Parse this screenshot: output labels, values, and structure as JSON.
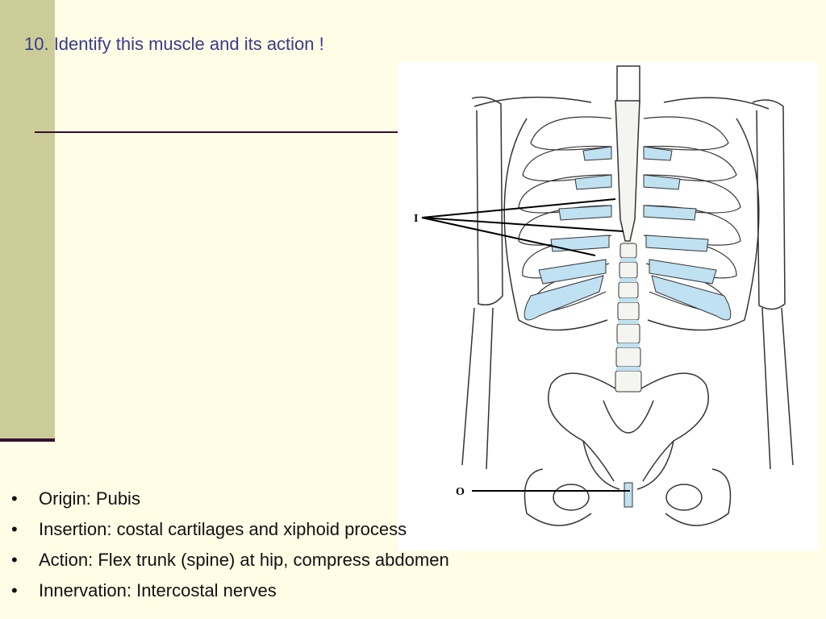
{
  "slide": {
    "title": "10. Identify this muscle and its action !",
    "bullet_glyph": "•",
    "bullets": [
      "Origin: Pubis",
      "Insertion: costal cartilages and xiphoid process",
      "Action: Flex trunk (spine) at hip, compress abdomen",
      "Innervation: Intercostal nerves"
    ]
  },
  "figure": {
    "label_insertion": "I",
    "label_origin": "O",
    "cartilage_color": "#bfe1f2",
    "bone_stroke": "#333333"
  },
  "colors": {
    "background": "#fffde6",
    "sidebar": "#cccc99",
    "rule": "#33102e",
    "title": "#3a3a8c"
  }
}
